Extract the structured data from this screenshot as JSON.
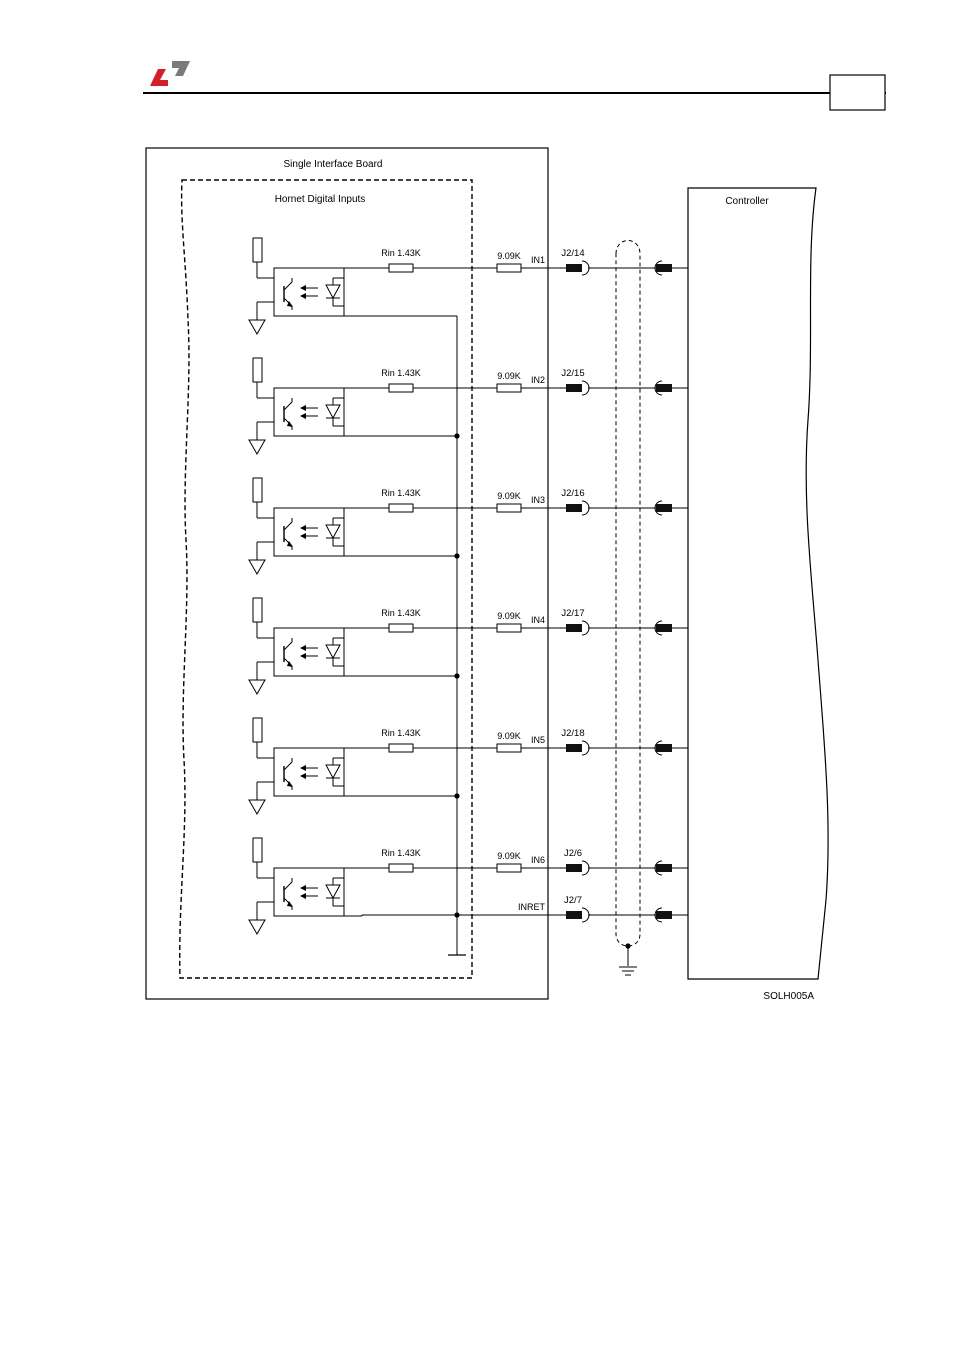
{
  "header": {
    "logo_name": "elmo-logo",
    "logo_red": "#d0202a",
    "logo_gray": "#7a7a7a",
    "page_box_text": ""
  },
  "diagram": {
    "board_title": "Single Interface Board",
    "inputs_group_title": "Hornet Digital Inputs",
    "controller_title": "Controller",
    "figure_code": "SOLH005A",
    "inputs": [
      {
        "rin": "Rin 1.43K",
        "series_r": "9.09K",
        "signal": "IN1",
        "pin": "J2/14"
      },
      {
        "rin": "Rin 1.43K",
        "series_r": "9.09K",
        "signal": "IN2",
        "pin": "J2/15"
      },
      {
        "rin": "Rin 1.43K",
        "series_r": "9.09K",
        "signal": "IN3",
        "pin": "J2/16"
      },
      {
        "rin": "Rin 1.43K",
        "series_r": "9.09K",
        "signal": "IN4",
        "pin": "J2/17"
      },
      {
        "rin": "Rin 1.43K",
        "series_r": "9.09K",
        "signal": "IN5",
        "pin": "J2/18"
      },
      {
        "rin": "Rin 1.43K",
        "series_r": "9.09K",
        "signal": "IN6",
        "pin": "J2/6"
      }
    ],
    "return_line": {
      "signal": "INRET",
      "pin": "J2/7"
    }
  }
}
